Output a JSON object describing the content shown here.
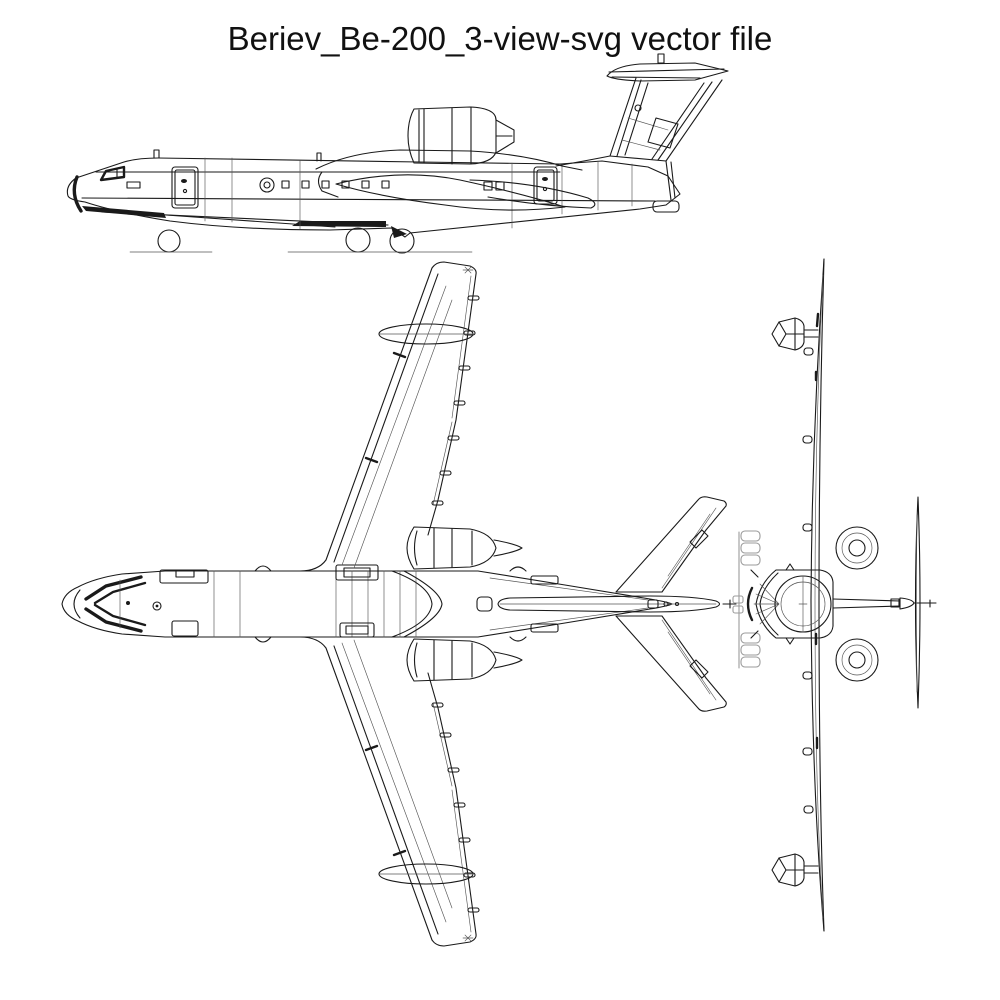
{
  "page": {
    "title": "Beriev_Be-200_3-view-svg vector file",
    "colors": {
      "background": "#ffffff",
      "title_text": "#111111",
      "line": "#1a1a1a",
      "line_light": "#555555",
      "line_faint": "#9b9b9b"
    }
  },
  "views": [
    {
      "id": "side-view"
    },
    {
      "id": "top-view"
    },
    {
      "id": "front-view"
    }
  ]
}
